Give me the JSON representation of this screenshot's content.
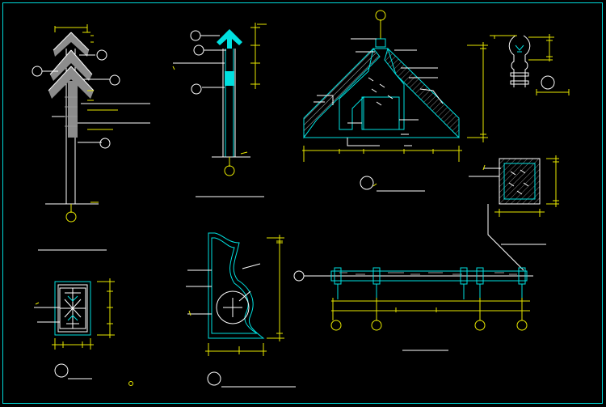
{
  "drawing": {
    "background": "#000000",
    "colors": {
      "frame": "#00d8d8",
      "dimension": "#e8e800",
      "outline": "#00e0e0",
      "detail": "#ffffff",
      "hatch": "#9a9a9a"
    },
    "details": [
      "pole-elevation",
      "pole-section",
      "roof-ridge-section",
      "finial-detail",
      "post-section",
      "lattice-panel",
      "bracket-panel",
      "beam-elevation"
    ]
  }
}
